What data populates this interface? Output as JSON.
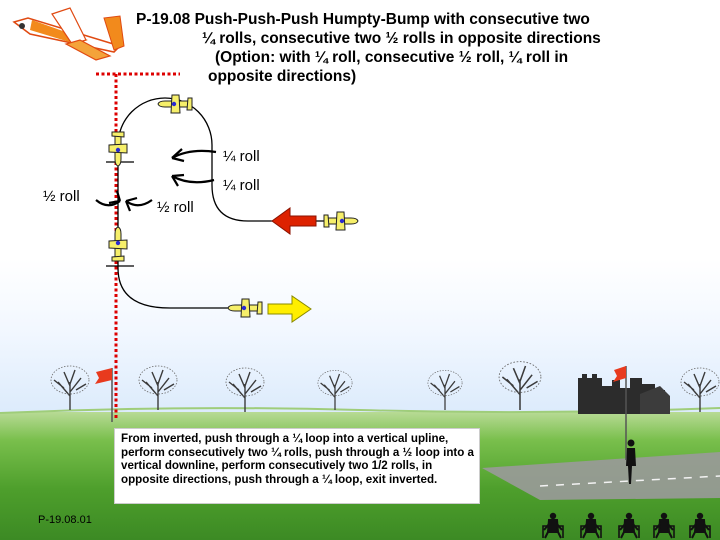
{
  "figure": {
    "title_lines": [
      "P-19.08 Push-Push-Push Humpty-Bump with consecutive two",
      "¼ rolls, consecutive two ½ rolls in opposite directions",
      "(Option: with ¼ roll, consecutive ½ roll, ¼ roll in",
      "opposite directions)"
    ],
    "labels": {
      "quarter_roll_upper": "¼ roll",
      "quarter_roll_lower": "¼ roll",
      "half_roll_left": "½ roll",
      "half_roll_right": "½ roll"
    },
    "description": "From inverted, push through a ¼ loop into a vertical upline, perform consecutively two ¼ rolls, push through a ½ loop into a vertical downline, perform consecutively two 1/2 rolls, in opposite directions, push through a ¼ loop, exit inverted.",
    "footer_code": "P-19.08.01",
    "colors": {
      "path": "#000000",
      "reference_line": "#dd0000",
      "entry_arrow": "#dd2200",
      "exit_arrow": "#ffee00",
      "aircraft": "#f6ef6a",
      "flag": "#e83a1e",
      "grass": "#4e9f2c"
    },
    "icons": {
      "aircraft": "plane-icon",
      "entry_arrow": "arrow-left-icon",
      "exit_arrow": "arrow-right-icon",
      "flag": "flag-icon",
      "judges": "person-icon"
    }
  }
}
